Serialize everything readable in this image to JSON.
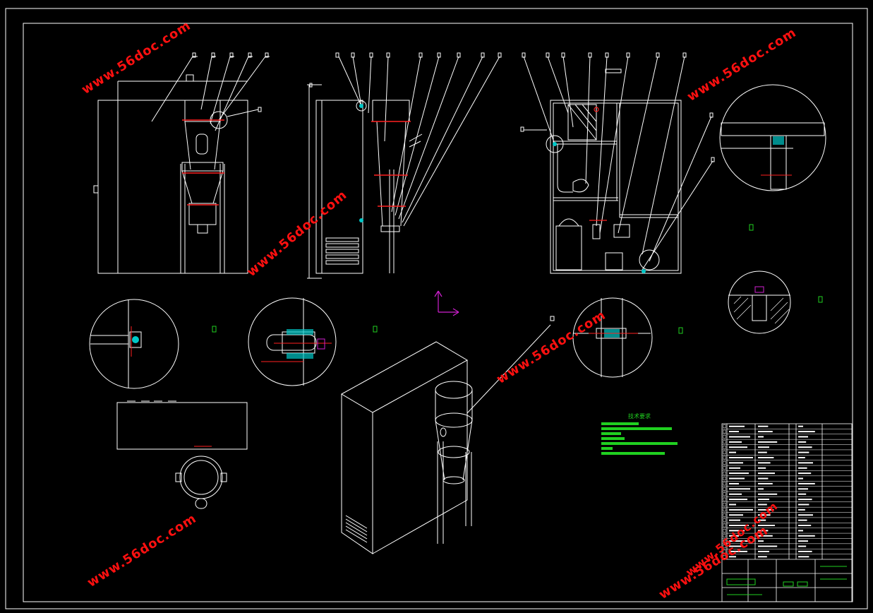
{
  "drawing": {
    "type": "CAD engineering drawing",
    "background_color": "#000000",
    "line_color": "#ffffff",
    "accent_colors": {
      "centerline": "#ff2020",
      "hatch": "#00c8c8",
      "annotation": "#20d020",
      "ucs": "#d020d0",
      "watermark": "#ff1010"
    }
  },
  "watermarks": [
    "www.56doc.com",
    "www.56doc.com",
    "www.56doc.com",
    "www.56doc.com",
    "www.56doc.com",
    "www.56doc.com",
    "www.56doc.com"
  ],
  "tech_notes": {
    "title": "技术要求"
  },
  "title_block": {
    "rows": 26
  }
}
